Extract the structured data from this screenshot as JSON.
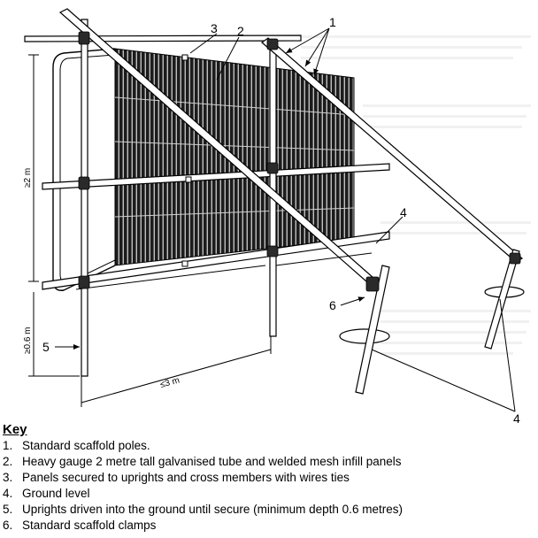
{
  "diagram": {
    "callouts": [
      "1",
      "2",
      "3",
      "4",
      "4",
      "4",
      "5",
      "6"
    ],
    "dimensions": {
      "height": "≥2 m",
      "depth": "≥0.6 m",
      "bay": "≤3 m"
    }
  },
  "key": {
    "title": "Key",
    "items": [
      {
        "num": "1.",
        "text": "Standard scaffold poles."
      },
      {
        "num": "2.",
        "text": "Heavy gauge 2 metre tall galvanised tube and welded mesh infill panels"
      },
      {
        "num": "3.",
        "text": "Panels secured to uprights and cross members with wires ties"
      },
      {
        "num": "4.",
        "text": "Ground level"
      },
      {
        "num": "5.",
        "text": "Uprights driven into the ground until secure (minimum depth 0.6 metres)"
      },
      {
        "num": "6.",
        "text": "Standard scaffold clamps"
      }
    ]
  }
}
